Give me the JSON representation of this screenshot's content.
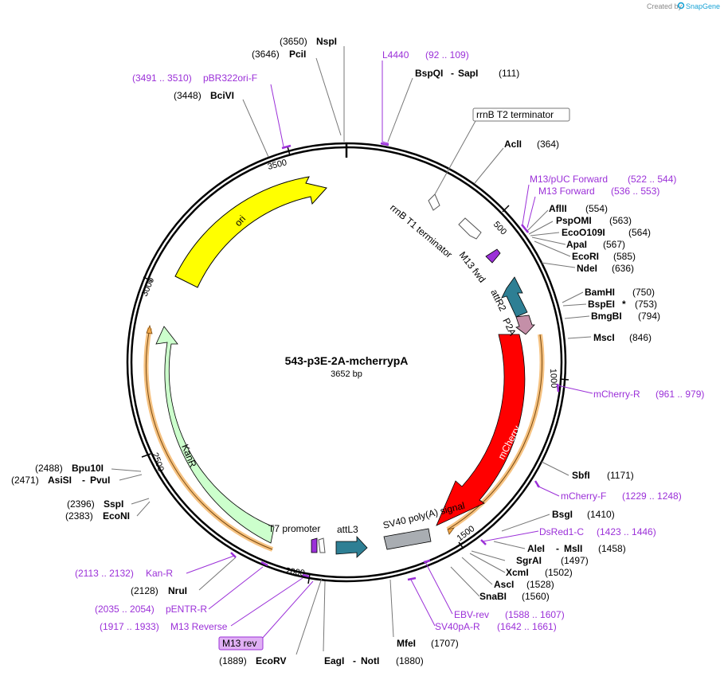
{
  "brand": {
    "created_by": "Created by",
    "name": "SnapGene"
  },
  "title": "543-p3E-2A-mcherrypA",
  "length": "3652 bp",
  "colors": {
    "ori": "#ffff00",
    "kanr": "#ccffcc",
    "mcherry": "#ff0000",
    "attr2": "#2e7f94",
    "p2a": "#c48fa8",
    "attl3": "#2e7f94",
    "polya": "#a9adb2",
    "primer": "#9b30d8",
    "orf": "#f2a84b"
  },
  "features": {
    "ori": "ori",
    "kanr": "KanR",
    "mcherry": "mCherry",
    "attr2": "attR2",
    "p2a": "P2A",
    "m13fwd": "M13 fwd",
    "rrnbt1": "rrnB T1 terminator",
    "rrnbt2": "rrnB T2 terminator",
    "t7": "T7 promoter",
    "attl3": "attL3",
    "sv40": "SV40 poly(A) signal",
    "m13rev": "M13 rev"
  },
  "ticks": {
    "t500": "500",
    "t1000": "1000",
    "t1500": "1500",
    "t2000": "2000",
    "t2500": "2500",
    "t3000": "3000",
    "t3500": "3500"
  },
  "sites": {
    "nspi": {
      "name": "NspI",
      "pos": "(3650)"
    },
    "pcii": {
      "name": "PciI",
      "pos": "(3646)"
    },
    "bcivi": {
      "name": "BciVI",
      "pos": "(3448)"
    },
    "bspqi": {
      "name": "BspQI",
      "name2": "SapI",
      "pos": "(111)"
    },
    "acli": {
      "name": "AclI",
      "pos": "(364)"
    },
    "aflii": {
      "name": "AflII",
      "pos": "(554)"
    },
    "pspomi": {
      "name": "PspOMI",
      "pos": "(563)"
    },
    "ecoo109i": {
      "name": "EcoO109I",
      "pos": "(564)"
    },
    "apai": {
      "name": "ApaI",
      "pos": "(567)"
    },
    "ecori": {
      "name": "EcoRI",
      "pos": "(585)"
    },
    "ndei": {
      "name": "NdeI",
      "pos": "(636)"
    },
    "bamhi": {
      "name": "BamHI",
      "pos": "(750)"
    },
    "bspei": {
      "name": "BspEI",
      "star": "*",
      "pos": "(753)"
    },
    "bmgbi": {
      "name": "BmgBI",
      "pos": "(794)"
    },
    "msci": {
      "name": "MscI",
      "pos": "(846)"
    },
    "sbfi": {
      "name": "SbfI",
      "pos": "(1171)"
    },
    "bsgi": {
      "name": "BsgI",
      "pos": "(1410)"
    },
    "alei": {
      "name": "AleI",
      "name2": "MslI",
      "pos": "(1458)"
    },
    "sgrai": {
      "name": "SgrAI",
      "pos": "(1497)"
    },
    "xcmi": {
      "name": "XcmI",
      "pos": "(1502)"
    },
    "asci": {
      "name": "AscI",
      "pos": "(1528)"
    },
    "snabi": {
      "name": "SnaBI",
      "pos": "(1560)"
    },
    "mfei": {
      "name": "MfeI",
      "pos": "(1707)"
    },
    "eagi": {
      "name": "EagI",
      "name2": "NotI",
      "pos": "(1880)"
    },
    "ecorv": {
      "name": "EcoRV",
      "pos": "(1889)"
    },
    "nrui": {
      "name": "NruI",
      "pos": "(2128)"
    },
    "econi": {
      "name": "EcoNI",
      "pos": "(2383)"
    },
    "sspi": {
      "name": "SspI",
      "pos": "(2396)"
    },
    "asisi": {
      "name": "AsiSI",
      "name2": "PvuI",
      "pos": "(2471)"
    },
    "bpu10i": {
      "name": "Bpu10I",
      "pos": "(2488)"
    }
  },
  "primers": {
    "l4440": {
      "name": "L4440",
      "range": "(92 .. 109)"
    },
    "m13puc": {
      "name": "M13/pUC Forward",
      "range": "(522 .. 544)"
    },
    "m13f": {
      "name": "M13 Forward",
      "range": "(536 .. 553)"
    },
    "mcherryr": {
      "name": "mCherry-R",
      "range": "(961 .. 979)"
    },
    "mcherryf": {
      "name": "mCherry-F",
      "range": "(1229 .. 1248)"
    },
    "dsred": {
      "name": "DsRed1-C",
      "range": "(1423 .. 1446)"
    },
    "ebv": {
      "name": "EBV-rev",
      "range": "(1588 .. 1607)"
    },
    "sv40par": {
      "name": "SV40pA-R",
      "range": "(1642 .. 1661)"
    },
    "kanr": {
      "name": "Kan-R",
      "range": "(2113 .. 2132)"
    },
    "pentr": {
      "name": "pENTR-R",
      "range": "(2035 .. 2054)"
    },
    "m13rev": {
      "name": "M13 Reverse",
      "range": "(1917 .. 1933)"
    },
    "pbr": {
      "name": "pBR322ori-F",
      "range": "(3491 .. 3510)"
    }
  }
}
